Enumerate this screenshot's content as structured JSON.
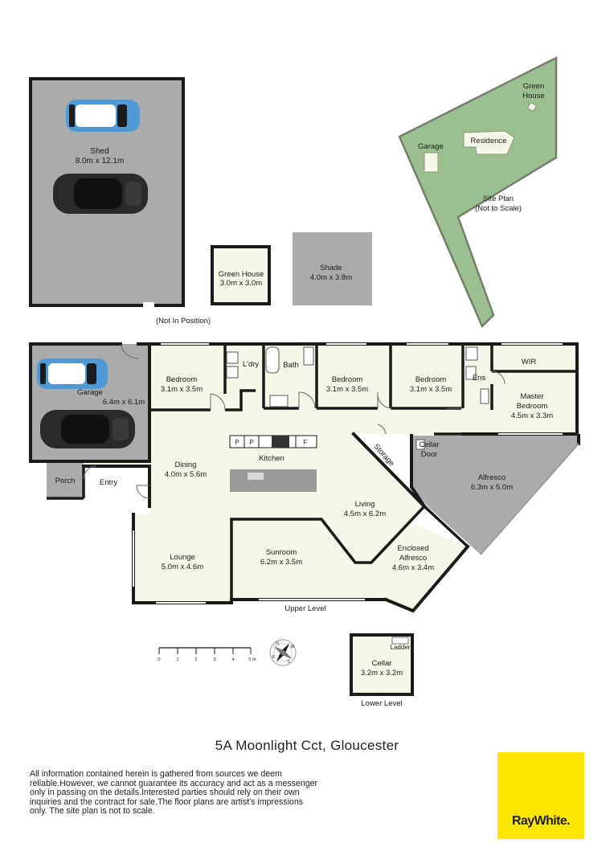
{
  "colors": {
    "wall": "#1a1a1a",
    "floor": "#f5f7e7",
    "garage_floor": "#a9abad",
    "site_green": "#9bbf8e",
    "brand_yellow": "#ffe600",
    "car_blue": "#4e9ad4",
    "car_black": "#2a2a2a"
  },
  "outbuildings": {
    "shed": {
      "name": "Shed",
      "size": "8.0m x 12.1m",
      "note": "(Not In Position)"
    },
    "green_house": {
      "name": "Green House",
      "size": "3.0m x 3.0m"
    },
    "shade": {
      "name": "Shade",
      "size": "4.0m x 3.8m"
    }
  },
  "site_plan": {
    "title": "Site Plan",
    "subtitle": "(Not to Scale)",
    "green_house": "Green",
    "green_house_2": "House",
    "residence": "Residence",
    "garage": "Garage"
  },
  "rooms": {
    "garage": {
      "name": "Garage",
      "size": "6.4m x 6.1m"
    },
    "bedroom_1": {
      "name": "Bedroom",
      "size": "3.1m x 3.5m"
    },
    "laundry": {
      "name": "L'dry"
    },
    "bath": {
      "name": "Bath"
    },
    "bedroom_2": {
      "name": "Bedroom",
      "size": "3.1m x 3.5m"
    },
    "bedroom_3": {
      "name": "Bedroom",
      "size": "3.1m x 3.5m"
    },
    "ensuite": {
      "name": "Ens"
    },
    "wir": {
      "name": "WIR"
    },
    "master_bedroom": {
      "name": "Master",
      "name_2": "Bedroom",
      "size": "4.5m x 3.3m"
    },
    "porch": {
      "name": "Porch"
    },
    "entry": {
      "name": "Entry"
    },
    "dining": {
      "name": "Dining",
      "size": "4.0m x 5.6m"
    },
    "kitchen": {
      "name": "Kitchen",
      "appliances": [
        "P",
        "P",
        "F"
      ]
    },
    "storage": {
      "name": "Storage"
    },
    "cellar_door": {
      "name": "Cellar",
      "name_2": "Door"
    },
    "alfresco": {
      "name": "Alfresco",
      "size": "6.3m x 5.0m"
    },
    "living": {
      "name": "Living",
      "size": "4.5m x 6.2m"
    },
    "enclosed_alfresco": {
      "name": "Enclosed",
      "name_2": "Alfresco",
      "size": "4.6m x 3.4m"
    },
    "lounge": {
      "name": "Lounge",
      "size": "5.0m x 4.6m"
    },
    "sunroom": {
      "name": "Sunroom",
      "size": "6.2m x 3.5m"
    }
  },
  "levels": {
    "upper": "Upper Level",
    "lower": "Lower Level"
  },
  "cellar": {
    "name": "Cellar",
    "size": "3.2m x 3.2m",
    "ladder": "Ladder"
  },
  "scale_bar": {
    "ticks": [
      "0",
      "1",
      "2",
      "3",
      "4",
      "5 m"
    ]
  },
  "compass": {
    "n": "N",
    "s": "S",
    "e": "E",
    "w": "W"
  },
  "address": "5A Moonlight Cct, Gloucester",
  "disclaimer": "All information contained herein is gathered from sources we deem reliable.However, we cannot guarantee its accuracy and act as a messenger only in passing on the details.Interested parties should rely on their own inquiries and the contract for sale.The floor plans are artist's impressions only. The site plan is not to scale.",
  "brand": "RayWhite."
}
